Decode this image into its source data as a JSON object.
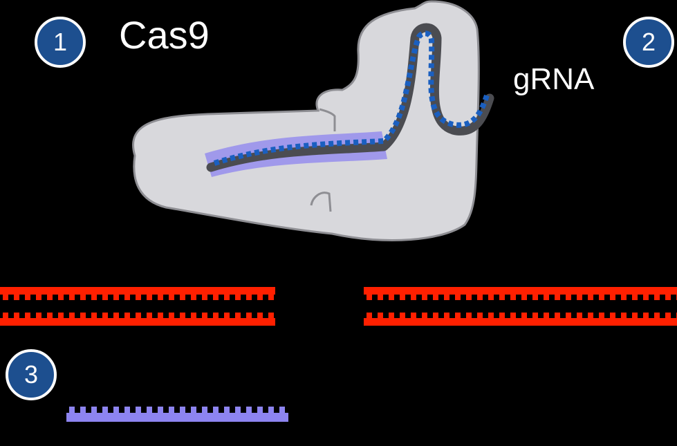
{
  "badges": {
    "one": "1",
    "two": "2",
    "three": "3"
  },
  "labels": {
    "protein": "Cas9",
    "guide": "gRNA"
  },
  "colors": {
    "background": "#000000",
    "protein_fill": "#d8d8dc",
    "protein_outline": "#8e8e93",
    "guide_backbone": "#4b4c51",
    "guide_bases": "#1a5fc0",
    "target_highlight": "#8d84f0",
    "dna": "#ff2000",
    "donor_template": "#8d84f0",
    "badge_fill": "#1d4f8f",
    "badge_border": "#ffffff"
  }
}
